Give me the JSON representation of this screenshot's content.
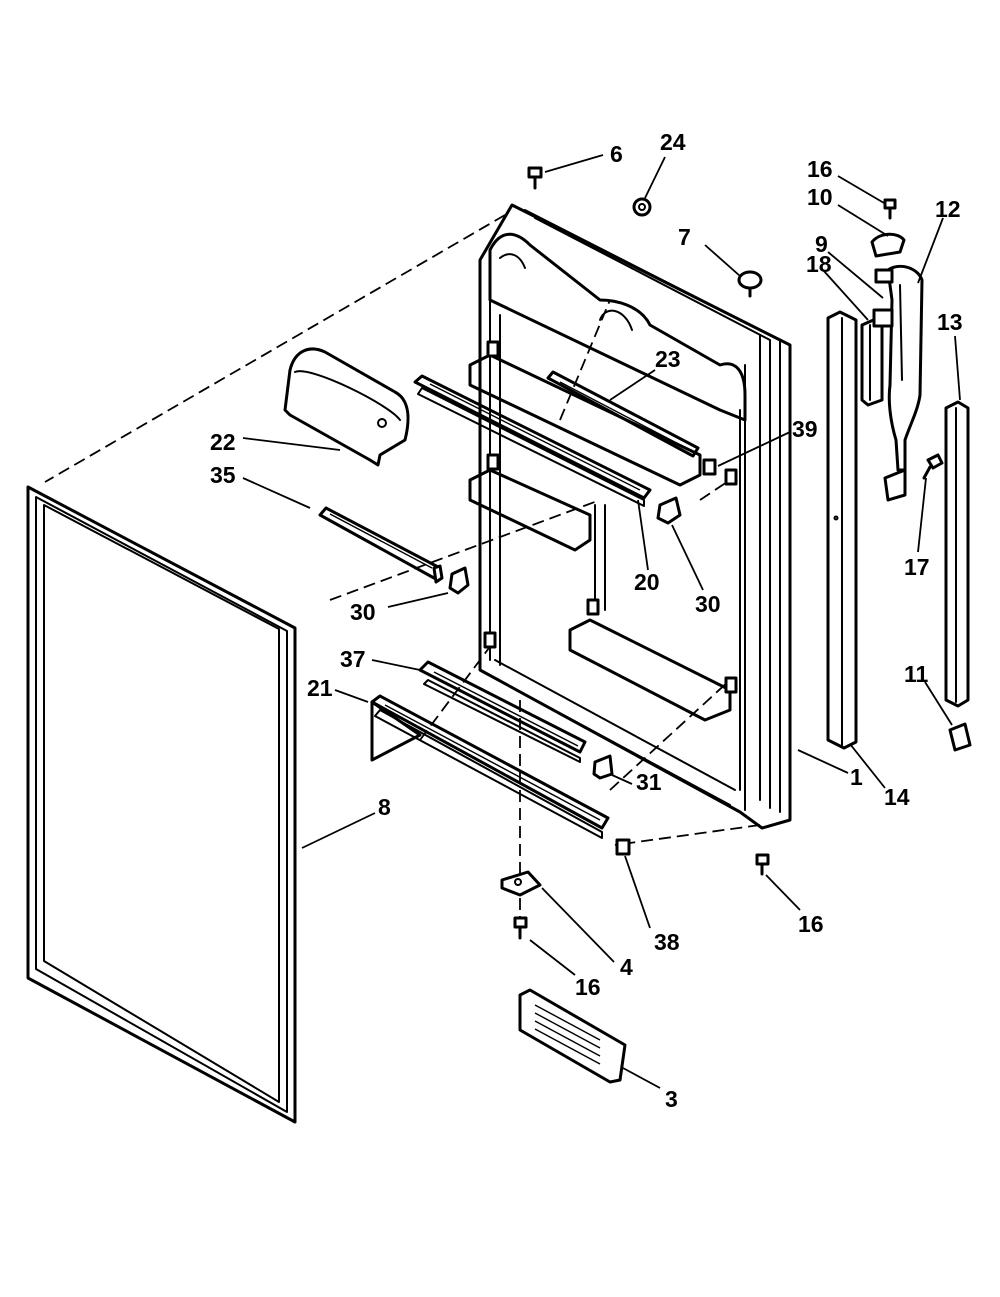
{
  "diagram": {
    "callouts": {
      "p6": "6",
      "p24": "24",
      "p7": "7",
      "p16a": "16",
      "p10": "10",
      "p12": "12",
      "p9": "9",
      "p18": "18",
      "p13": "13",
      "p23": "23",
      "p39": "39",
      "p22": "22",
      "p35": "35",
      "p30a": "30",
      "p20": "20",
      "p30b": "30",
      "p17": "17",
      "p37": "37",
      "p21": "21",
      "p11": "11",
      "p1": "1",
      "p14": "14",
      "p31": "31",
      "p8": "8",
      "p16b": "16",
      "p38": "38",
      "p4": "4",
      "p16c": "16",
      "p3": "3"
    }
  }
}
